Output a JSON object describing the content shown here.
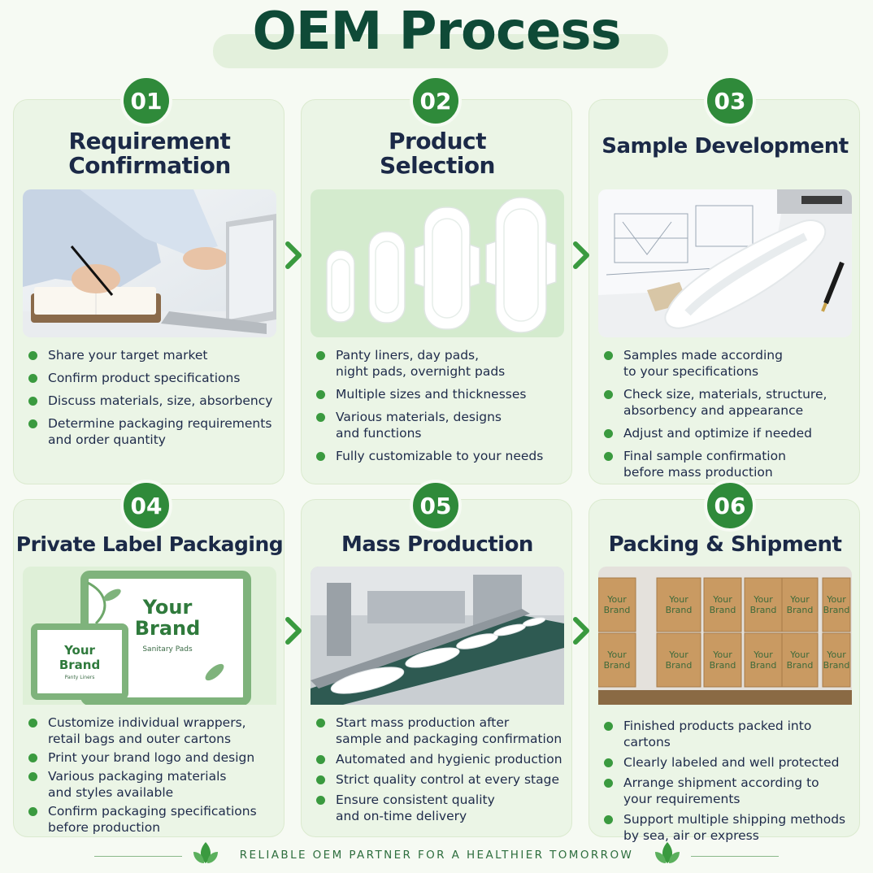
{
  "title": "OEM Process",
  "colors": {
    "brand_green": "#2f8a3a",
    "dark_green": "#0f4a37",
    "card_bg": "#ebf5e6",
    "text_navy": "#1b2947"
  },
  "steps": [
    {
      "number": "01",
      "heading_line1": "Requirement",
      "heading_line2": "Confirmation",
      "image": "person-writing-at-laptop",
      "bullets": [
        "Share your target market",
        "Confirm product specifications",
        "Discuss materials, size, absorbency",
        "Determine packaging requirements\nand order quantity"
      ]
    },
    {
      "number": "02",
      "heading_line1": "Product",
      "heading_line2": "Selection",
      "image": "sanitary-pads-lineup",
      "bullets": [
        "Panty liners, day pads,\nnight pads, overnight pads",
        "Multiple sizes and thicknesses",
        "Various materials, designs\nand functions",
        "Fully customizable to your needs"
      ]
    },
    {
      "number": "03",
      "heading": "Sample Development",
      "image": "sample-pad-on-blueprint",
      "bullets": [
        "Samples made according\nto your specifications",
        "Check size, materials, structure,\nabsorbency and appearance",
        "Adjust and optimize if needed",
        "Final sample confirmation\nbefore mass production"
      ]
    },
    {
      "number": "04",
      "heading": "Private Label Packaging",
      "image": "branded-packaging",
      "pack_large": {
        "line1": "Your",
        "line2": "Brand",
        "sub": "Sanitary Pads"
      },
      "pack_small": {
        "line1": "Your",
        "line2": "Brand",
        "sub": "Panty Liners"
      },
      "bullets": [
        "Customize individual wrappers,\nretail bags and outer cartons",
        "Print your brand logo and design",
        "Various packaging materials\nand styles available",
        "Confirm packaging specifications\nbefore production"
      ]
    },
    {
      "number": "05",
      "heading": "Mass Production",
      "image": "production-conveyor",
      "bullets": [
        "Start mass production after\nsample and packaging confirmation",
        "Automated and hygienic production",
        "Strict quality control at every stage",
        "Ensure consistent quality\nand on-time delivery"
      ]
    },
    {
      "number": "06",
      "heading": "Packing & Shipment",
      "image": "cartons-on-pallets",
      "carton_label": "Your Brand",
      "bullets": [
        "Finished products packed into cartons",
        "Clearly labeled and well protected",
        "Arrange shipment according to\nyour requirements",
        "Support multiple shipping methods\nby sea, air or express"
      ]
    }
  ],
  "footer": "RELIABLE OEM PARTNER FOR A HEALTHIER TOMORROW"
}
